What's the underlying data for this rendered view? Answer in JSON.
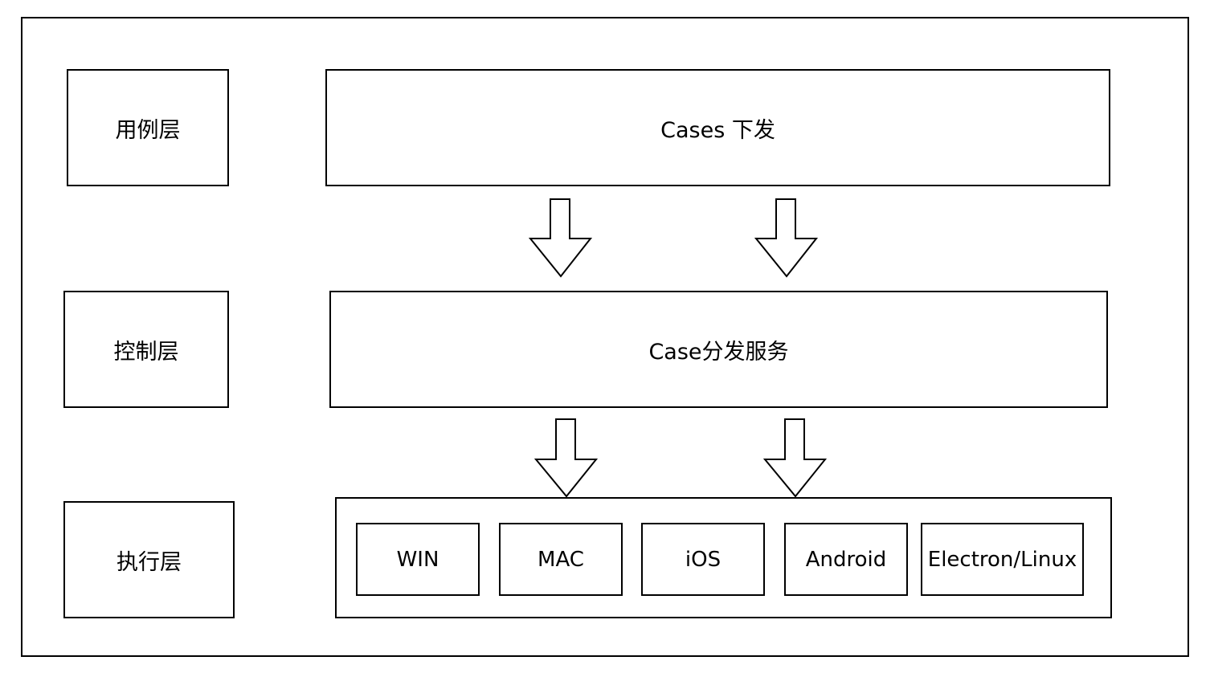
{
  "layers": [
    {
      "id": "case",
      "label": "用例层"
    },
    {
      "id": "control",
      "label": "控制层"
    },
    {
      "id": "exec",
      "label": "执行层"
    }
  ],
  "blocks": {
    "cases_dispatch": "Cases 下发",
    "case_service": "Case分发服务"
  },
  "platforms": [
    "WIN",
    "MAC",
    "iOS",
    "Android",
    "Electron/Linux"
  ]
}
